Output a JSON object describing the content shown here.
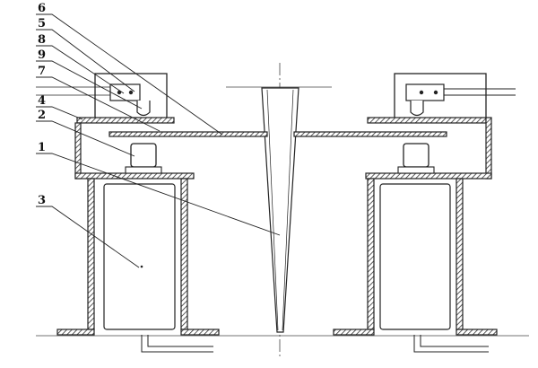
{
  "diagram": {
    "labels": [
      {
        "id": "6",
        "text": "6"
      },
      {
        "id": "5",
        "text": "5"
      },
      {
        "id": "8",
        "text": "8"
      },
      {
        "id": "9",
        "text": "9"
      },
      {
        "id": "7",
        "text": "7"
      },
      {
        "id": "4",
        "text": "4"
      },
      {
        "id": "2",
        "text": "2"
      },
      {
        "id": "1",
        "text": "1"
      },
      {
        "id": "3",
        "text": "3"
      }
    ]
  }
}
